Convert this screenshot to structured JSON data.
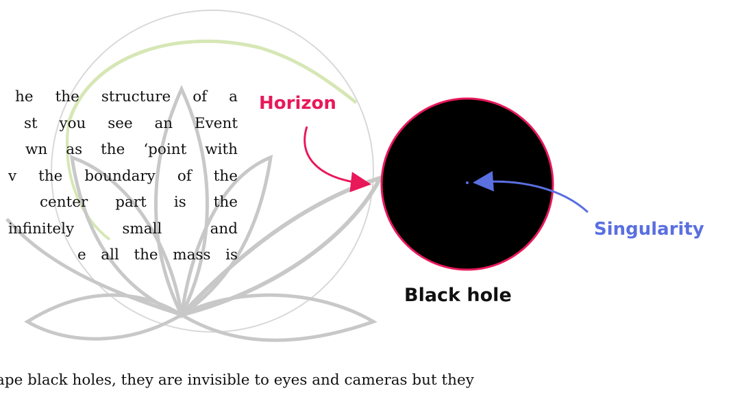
{
  "paragraph": {
    "lines": [
      "he the structure of a",
      "st you see an Event",
      "wn as the ‘point with",
      "v the boundary of the",
      "center part is the",
      "infinitely small and",
      "e all the mass is"
    ]
  },
  "bottom_text": "cape black holes, they are invisible to eyes and cameras but they",
  "diagram": {
    "horizon_label": "Horizon",
    "singularity_label": "Singularity",
    "black_hole_label": "Black hole",
    "colors": {
      "horizon": "#e8185a",
      "singularity": "#5a6fe0",
      "hole": "#000000",
      "watermark_grey": "#c8c8c8",
      "watermark_green": "#d6e7b5"
    }
  }
}
